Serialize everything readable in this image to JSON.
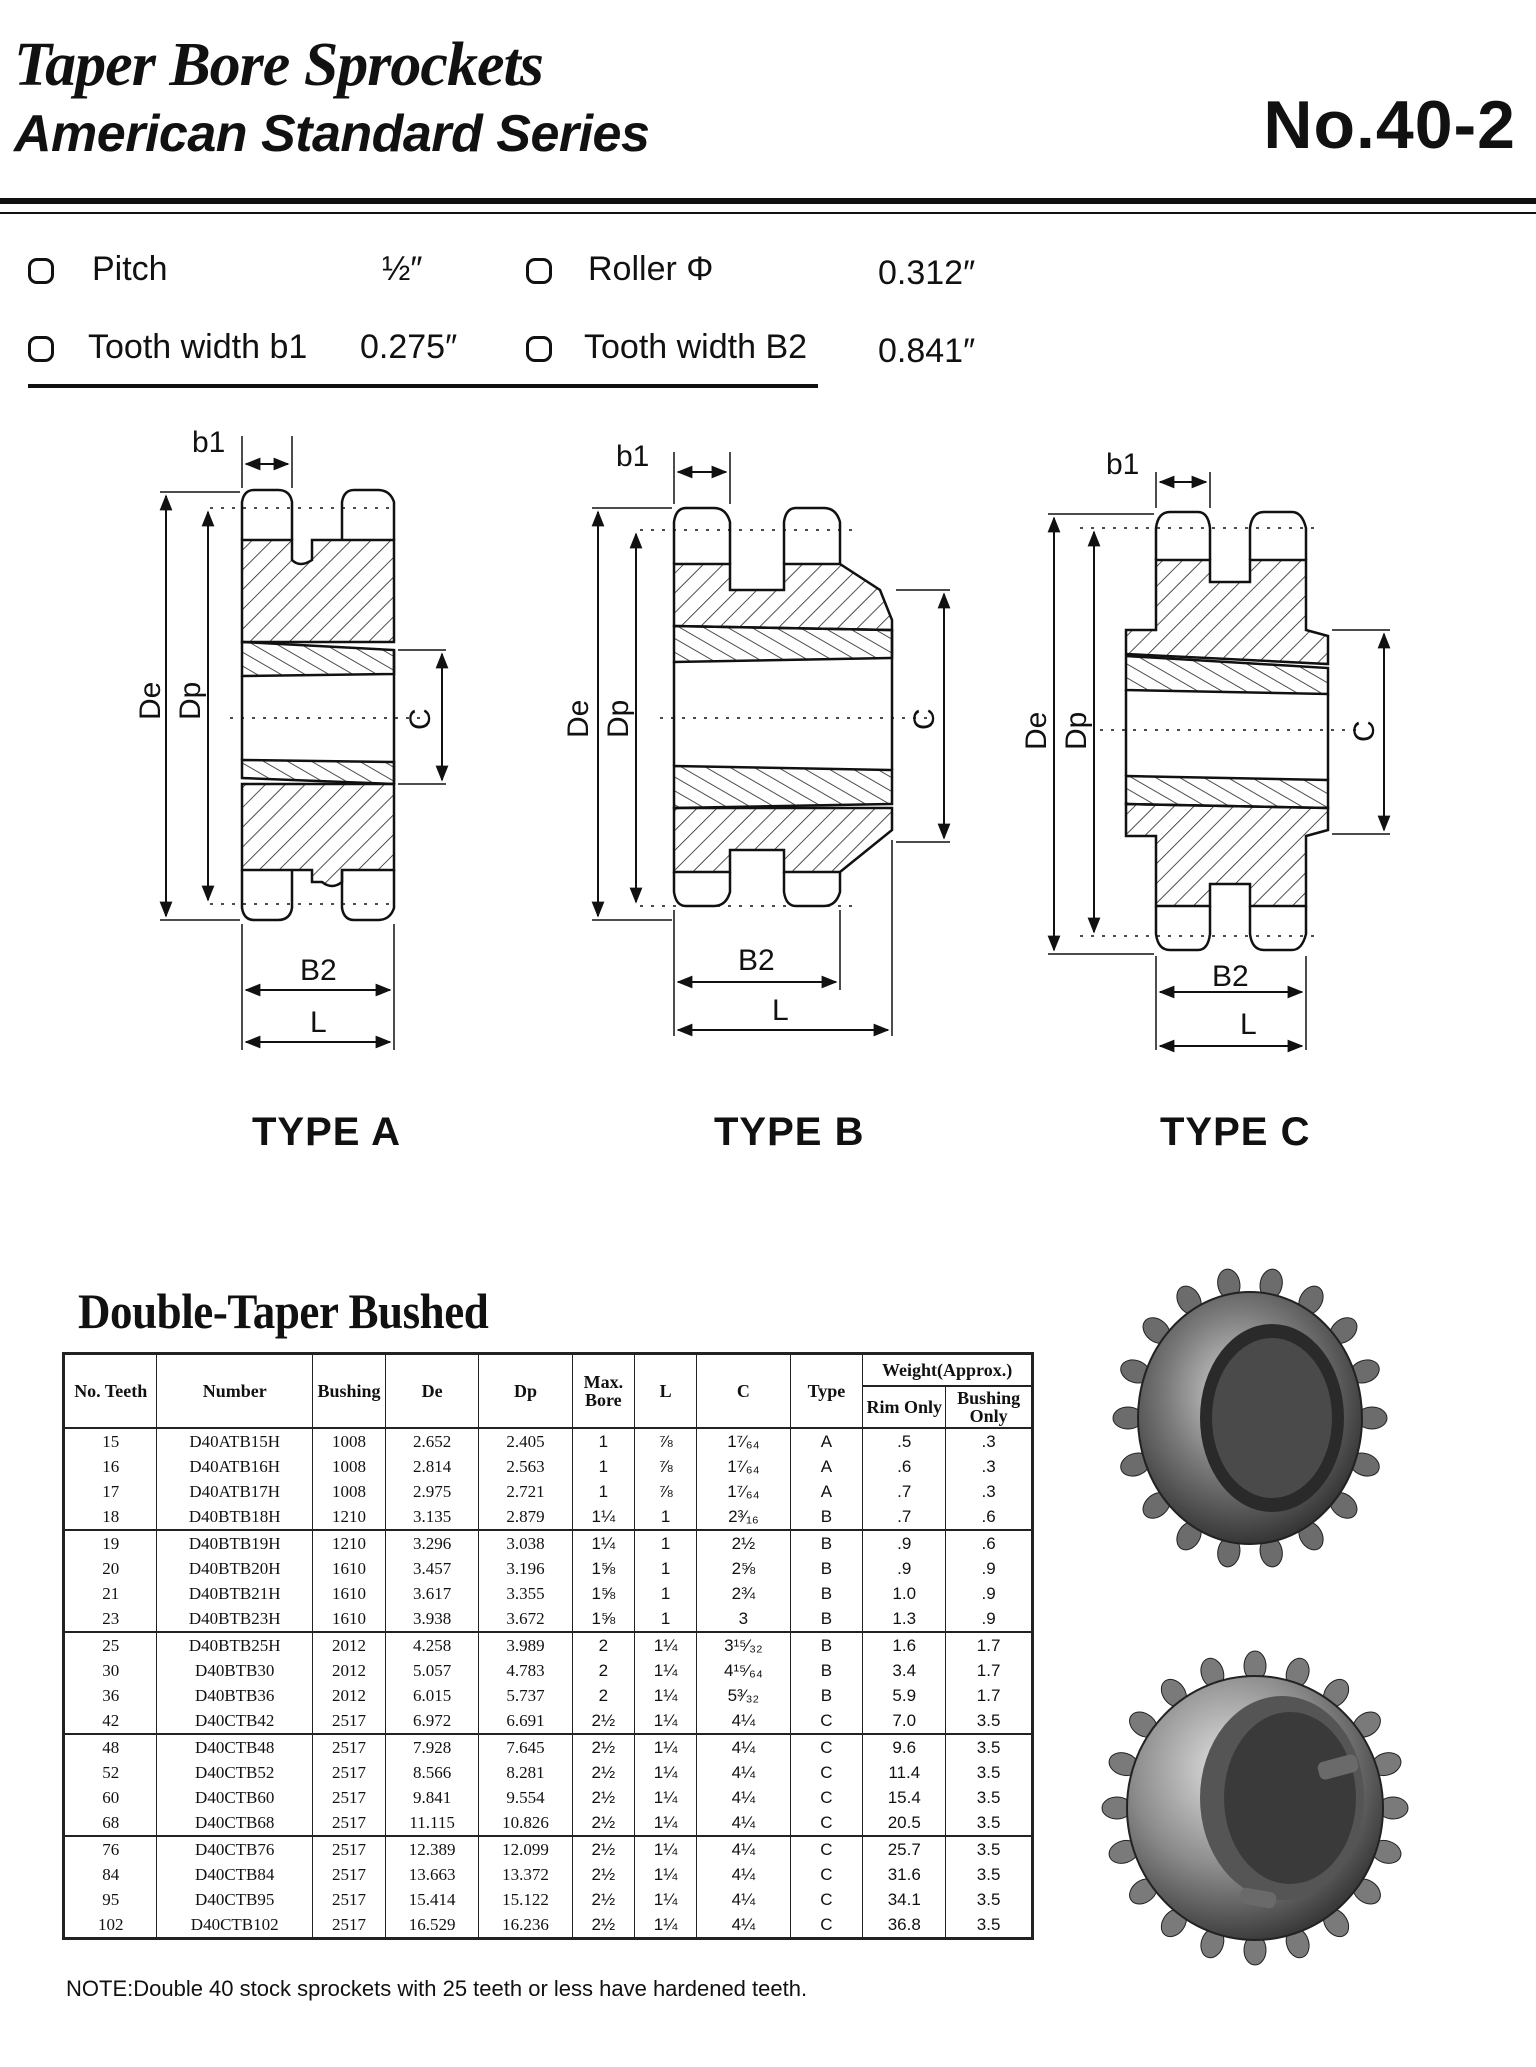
{
  "header": {
    "title_line1": "Taper Bore Sprockets",
    "title_line2": "American Standard Series",
    "model_no": "No.40-2"
  },
  "specs": {
    "pitch_label": "Pitch",
    "pitch_value": "½″",
    "roller_label": "Roller Φ",
    "roller_value": "0.312″",
    "tooth_width_b1_label": "Tooth width b1",
    "tooth_width_b1_value": "0.275″",
    "tooth_width_b2_label": "Tooth width B2",
    "tooth_width_b2_value": "0.841″"
  },
  "diagram_labels": {
    "b1": "b1",
    "de": "De",
    "dp": "Dp",
    "c": "C",
    "b2": "B2",
    "l": "L"
  },
  "types": [
    "TYPE A",
    "TYPE B",
    "TYPE C"
  ],
  "table": {
    "title": "Double-Taper Bushed",
    "headers": {
      "no_teeth": "No. Teeth",
      "number": "Number",
      "bushing": "Bushing",
      "de": "De",
      "dp": "Dp",
      "max_bore": "Max. Bore",
      "l": "L",
      "c": "C",
      "type": "Type",
      "weight": "Weight(Approx.)",
      "rim_only": "Rim Only",
      "bushing_only": "Bushing Only"
    },
    "rows": [
      [
        "15",
        "D40ATB15H",
        "1008",
        "2.652",
        "2.405",
        "1",
        "⅞",
        "1⁷⁄₆₄",
        "A",
        ".5",
        ".3"
      ],
      [
        "16",
        "D40ATB16H",
        "1008",
        "2.814",
        "2.563",
        "1",
        "⅞",
        "1⁷⁄₆₄",
        "A",
        ".6",
        ".3"
      ],
      [
        "17",
        "D40ATB17H",
        "1008",
        "2.975",
        "2.721",
        "1",
        "⅞",
        "1⁷⁄₆₄",
        "A",
        ".7",
        ".3"
      ],
      [
        "18",
        "D40BTB18H",
        "1210",
        "3.135",
        "2.879",
        "1¼",
        "1",
        "2³⁄₁₆",
        "B",
        ".7",
        ".6"
      ],
      [
        "19",
        "D40BTB19H",
        "1210",
        "3.296",
        "3.038",
        "1¼",
        "1",
        "2½",
        "B",
        ".9",
        ".6"
      ],
      [
        "20",
        "D40BTB20H",
        "1610",
        "3.457",
        "3.196",
        "1⅝",
        "1",
        "2⅝",
        "B",
        ".9",
        ".9"
      ],
      [
        "21",
        "D40BTB21H",
        "1610",
        "3.617",
        "3.355",
        "1⅝",
        "1",
        "2¾",
        "B",
        "1.0",
        ".9"
      ],
      [
        "23",
        "D40BTB23H",
        "1610",
        "3.938",
        "3.672",
        "1⅝",
        "1",
        "3",
        "B",
        "1.3",
        ".9"
      ],
      [
        "25",
        "D40BTB25H",
        "2012",
        "4.258",
        "3.989",
        "2",
        "1¼",
        "3¹⁵⁄₃₂",
        "B",
        "1.6",
        "1.7"
      ],
      [
        "30",
        "D40BTB30",
        "2012",
        "5.057",
        "4.783",
        "2",
        "1¼",
        "4¹⁵⁄₆₄",
        "B",
        "3.4",
        "1.7"
      ],
      [
        "36",
        "D40BTB36",
        "2012",
        "6.015",
        "5.737",
        "2",
        "1¼",
        "5³⁄₃₂",
        "B",
        "5.9",
        "1.7"
      ],
      [
        "42",
        "D40CTB42",
        "2517",
        "6.972",
        "6.691",
        "2½",
        "1¼",
        "4¼",
        "C",
        "7.0",
        "3.5"
      ],
      [
        "48",
        "D40CTB48",
        "2517",
        "7.928",
        "7.645",
        "2½",
        "1¼",
        "4¼",
        "C",
        "9.6",
        "3.5"
      ],
      [
        "52",
        "D40CTB52",
        "2517",
        "8.566",
        "8.281",
        "2½",
        "1¼",
        "4¼",
        "C",
        "11.4",
        "3.5"
      ],
      [
        "60",
        "D40CTB60",
        "2517",
        "9.841",
        "9.554",
        "2½",
        "1¼",
        "4¼",
        "C",
        "15.4",
        "3.5"
      ],
      [
        "68",
        "D40CTB68",
        "2517",
        "11.115",
        "10.826",
        "2½",
        "1¼",
        "4¼",
        "C",
        "20.5",
        "3.5"
      ],
      [
        "76",
        "D40CTB76",
        "2517",
        "12.389",
        "12.099",
        "2½",
        "1¼",
        "4¼",
        "C",
        "25.7",
        "3.5"
      ],
      [
        "84",
        "D40CTB84",
        "2517",
        "13.663",
        "13.372",
        "2½",
        "1¼",
        "4¼",
        "C",
        "31.6",
        "3.5"
      ],
      [
        "95",
        "D40CTB95",
        "2517",
        "15.414",
        "15.122",
        "2½",
        "1¼",
        "4¼",
        "C",
        "34.1",
        "3.5"
      ],
      [
        "102",
        "D40CTB102",
        "2517",
        "16.529",
        "16.236",
        "2½",
        "1¼",
        "4¼",
        "C",
        "36.8",
        "3.5"
      ]
    ]
  },
  "note": "NOTE:Double 40 stock sprockets with 25 teeth or less have hardened teeth."
}
